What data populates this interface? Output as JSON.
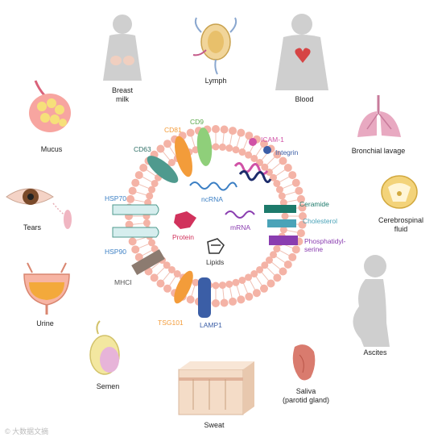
{
  "colors": {
    "membrane_head": "#f4b3a6",
    "membrane_tail": "#f0c0b4",
    "cd81": "#f39c3a",
    "cd9": "#8fcf7a",
    "cd63": "#4f9a8e",
    "icam": "#d052a6",
    "integrin": "#3b5ea6",
    "ceramide": "#1d7a6b",
    "cholesterol": "#4aa3b8",
    "phospho": "#8a3db0",
    "protein": "#d1325c",
    "mrna": "#8a3db0",
    "ncrna": "#3b7fc4",
    "lamp1": "#3b5ea6",
    "tsg101": "#f39c3a",
    "mhci": "#8c7b70",
    "hsp": "#9fd3d2",
    "silhouette": "#cfcfcf"
  },
  "labels": {
    "breast_milk": "Breast\nmilk",
    "lymph": "Lymph",
    "blood": "Blood",
    "mucus": "Mucus",
    "bronchial": "Bronchial lavage",
    "tears": "Tears",
    "csf": "Cerebrospinal\nfluid",
    "urine": "Urine",
    "ascites": "Ascites",
    "semen": "Semen",
    "sweat": "Sweat",
    "saliva": "Saliva\n(parotid gland)"
  },
  "molecules": {
    "cd81": "CD81",
    "cd9": "CD9",
    "cd63": "CD63",
    "icam1": "ICAM-1",
    "integrin": "Integrin",
    "hsp70": "HSP70",
    "hsp90": "HSP90",
    "ncrna": "ncRNA",
    "protein": "Protein",
    "mrna": "mRNA",
    "ceramide": "Ceramide",
    "cholesterol": "Cholesterol",
    "phospho": "Phosphatidyl-\nserine",
    "lipids": "Lipids",
    "mhci": "MHCI",
    "tsg101": "TSG101",
    "lamp1": "LAMP1"
  },
  "watermark": "© 大数据文摘"
}
